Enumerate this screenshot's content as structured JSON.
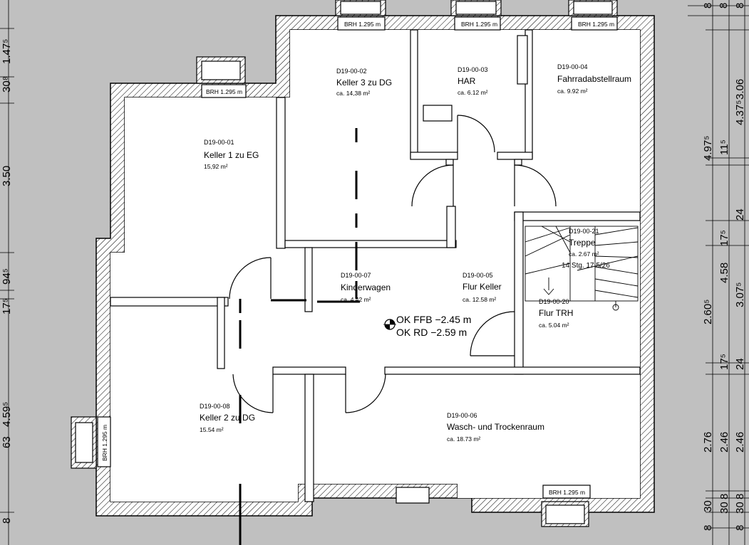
{
  "rooms": [
    {
      "id": "D19-00-01",
      "name": "Keller 1 zu EG",
      "area": "15,92 m²"
    },
    {
      "id": "D19-00-02",
      "name": "Keller 3 zu DG",
      "area": "ca. 14,38 m²"
    },
    {
      "id": "D19-00-03",
      "name": "HAR",
      "area": "ca. 6.12 m²"
    },
    {
      "id": "D19-00-04",
      "name": "Fahrradabstellraum",
      "area": "ca. 9.92 m²"
    },
    {
      "id": "D19-00-07",
      "name": "Kinderwagen",
      "area": "ca. 4.42 m²"
    },
    {
      "id": "D19-00-05",
      "name": "Flur Keller",
      "area": "ca. 12.58 m²"
    },
    {
      "id": "D19-00-21",
      "name": "Treppe",
      "area": "ca. 2.67 m²",
      "extra": "14 Stg. 17.5/26"
    },
    {
      "id": "D19-00-20",
      "name": "Flur TRH",
      "area": "ca. 5.04 m²"
    },
    {
      "id": "D19-00-08",
      "name": "Keller 2 zu DG",
      "area": "15.54 m²"
    },
    {
      "id": "D19-00-06",
      "name": "Wasch- und Trockenraum",
      "area": "ca. 18.73 m²"
    }
  ],
  "level_marker": {
    "ffb": "OK FFB  −2.45 m",
    "rd": "OK RD  −2.59 m"
  },
  "windows": {
    "brh": "BRH 1.295 m"
  },
  "dims_left": [
    "1.47⁵",
    "30⁸",
    "3.50",
    "94⁵",
    "17⁵",
    "4.59⁵",
    "63",
    "8"
  ],
  "dims_right_1": [
    "4.97⁵",
    "2.60⁵",
    "2.76",
    "30",
    "8"
  ],
  "dims_right_2": [
    "11⁵",
    "17⁵",
    "4.58",
    "17⁵",
    "2.46",
    "8",
    "30"
  ],
  "dims_right_3": [
    "3.06",
    "4.37⁵",
    "24",
    "3.07⁵",
    "24",
    "2.46",
    "8",
    "30",
    "8"
  ],
  "dims_top": [
    "8",
    "8",
    "8"
  ]
}
